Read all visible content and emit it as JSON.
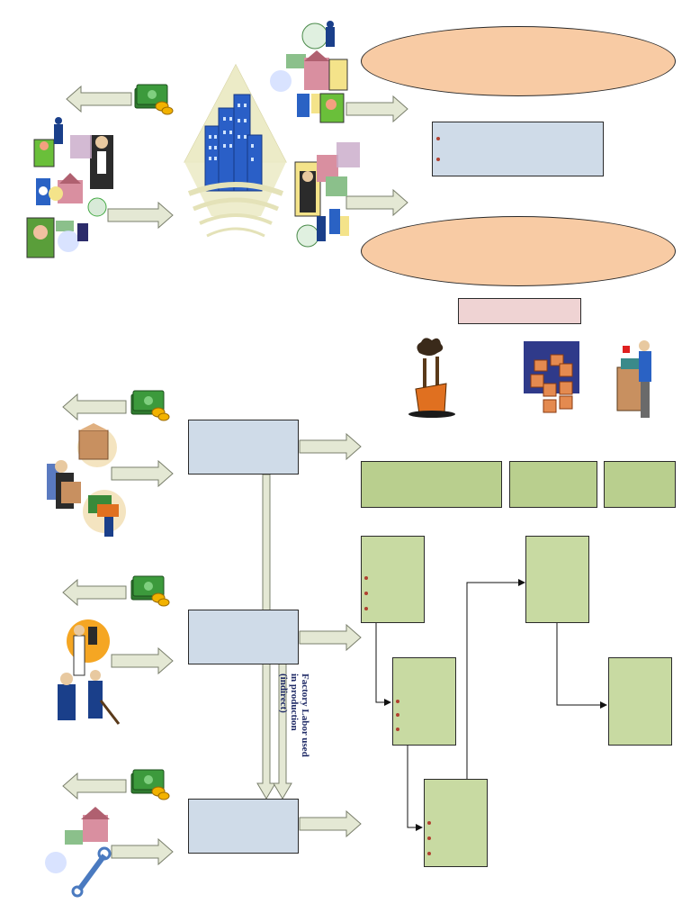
{
  "diagram": {
    "vertical_label_line1": "Factory Labor used",
    "vertical_label_line2": "in production",
    "vertical_label_line3": "(indirect)"
  },
  "colors": {
    "blue_box": "#cfdbe8",
    "green_box": "#b9cf8e",
    "oval": "#f8cba4",
    "pink_box": "#efd3d3",
    "arrow_fill": "#e4e8d4",
    "bullet": "#b04030"
  },
  "icons": [
    "money-stack-icon",
    "office-building-icon",
    "people-collage-icon",
    "worker-group-icon",
    "factory-workers-icon",
    "utilities-collage-icon",
    "factory-smokestack-icon",
    "inventory-boxes-icon",
    "salesperson-desk-icon"
  ]
}
